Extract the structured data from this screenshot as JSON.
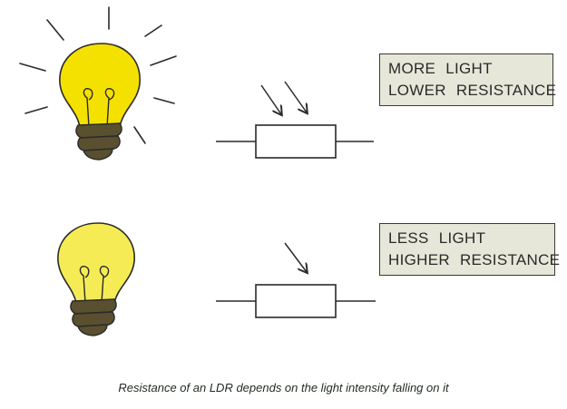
{
  "rows": [
    {
      "bulb": "bright-bulb",
      "text": [
        "MORE  LIGHT",
        "LOWER  RESISTANCE"
      ],
      "light_arrows": 2
    },
    {
      "bulb": "dim-bulb",
      "text": [
        "LESS  LIGHT",
        "HIGHER  RESISTANCE"
      ],
      "light_arrows": 1
    }
  ],
  "caption": "Resistance of an LDR depends on the light intensity falling on it",
  "colors": {
    "bright_bulb": "#f5e100",
    "dim_bulb": "#f5ec55",
    "bulb_base": "#5a5030",
    "label_bg": "#e7e7d9",
    "ink": "#2a2a2a"
  },
  "icons": [
    "light-bulb-icon",
    "ldr-symbol",
    "light-ray-arrow"
  ]
}
